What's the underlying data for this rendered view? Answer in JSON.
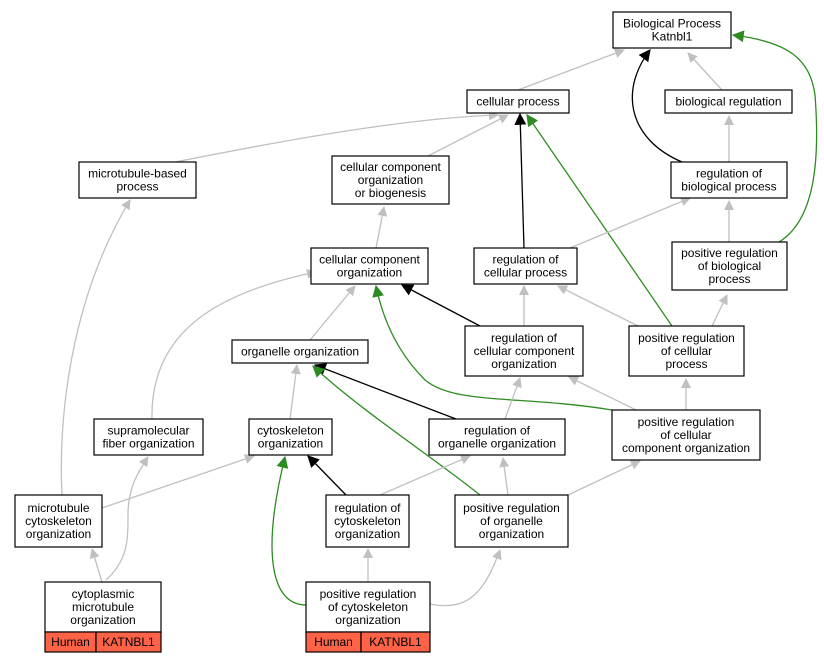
{
  "colors": {
    "edge_is_a": "#c0c0c0",
    "edge_regulates": "#000000",
    "edge_positively_regulates": "#2e8b22",
    "tag_fill": "#ff6347",
    "node_border": "#000000"
  },
  "nodes": {
    "bp": [
      "Biological Process",
      "Katnbl1"
    ],
    "cp": [
      "cellular process"
    ],
    "breg": [
      "biological regulation"
    ],
    "mtbp": [
      "microtubule-based",
      "process"
    ],
    "ccob": [
      "cellular component",
      "organization",
      "or biogenesis"
    ],
    "rbp": [
      "regulation of",
      "biological process"
    ],
    "ccorg": [
      "cellular component",
      "organization"
    ],
    "rcp": [
      "regulation of",
      "cellular process"
    ],
    "prbp": [
      "positive regulation",
      "of biological",
      "process"
    ],
    "oorg": [
      "organelle organization"
    ],
    "rcco": [
      "regulation of",
      "cellular component",
      "organization"
    ],
    "prcp": [
      "positive regulation",
      "of cellular",
      "process"
    ],
    "sfo": [
      "supramolecular",
      "fiber organization"
    ],
    "cso": [
      "cytoskeleton",
      "organization"
    ],
    "roo": [
      "regulation of",
      "organelle organization"
    ],
    "prcco": [
      "positive regulation",
      "of cellular",
      "component organization"
    ],
    "mtco": [
      "microtubule",
      "cytoskeleton",
      "organization"
    ],
    "rcso": [
      "regulation of",
      "cytoskeleton",
      "organization"
    ],
    "proo": [
      "positive regulation",
      "of organelle",
      "organization"
    ],
    "cmto": [
      "cytoplasmic",
      "microtubule",
      "organization"
    ],
    "prcso": [
      "positive regulation",
      "of cytoskeleton",
      "organization"
    ]
  },
  "annotations": {
    "cmto": {
      "species": "Human",
      "gene": "KATNBL1"
    },
    "prcso": {
      "species": "Human",
      "gene": "KATNBL1"
    }
  },
  "edges": [
    {
      "from": "cp",
      "to": "bp",
      "type": "is_a"
    },
    {
      "from": "breg",
      "to": "bp",
      "type": "is_a"
    },
    {
      "from": "rbp",
      "to": "bp",
      "type": "regulates"
    },
    {
      "from": "prbp",
      "to": "bp",
      "type": "positively_regulates"
    },
    {
      "from": "mtbp",
      "to": "cp",
      "type": "is_a"
    },
    {
      "from": "ccob",
      "to": "cp",
      "type": "is_a"
    },
    {
      "from": "rcp",
      "to": "cp",
      "type": "regulates"
    },
    {
      "from": "prcp",
      "to": "cp",
      "type": "positively_regulates"
    },
    {
      "from": "rbp",
      "to": "breg",
      "type": "is_a"
    },
    {
      "from": "ccorg",
      "to": "ccob",
      "type": "is_a"
    },
    {
      "from": "rcp",
      "to": "rbp",
      "type": "is_a"
    },
    {
      "from": "prbp",
      "to": "rbp",
      "type": "is_a"
    },
    {
      "from": "prcp",
      "to": "prbp",
      "type": "is_a"
    },
    {
      "from": "oorg",
      "to": "ccorg",
      "type": "is_a"
    },
    {
      "from": "sfo",
      "to": "ccorg",
      "type": "is_a"
    },
    {
      "from": "rcco",
      "to": "ccorg",
      "type": "regulates"
    },
    {
      "from": "prcco",
      "to": "ccorg",
      "type": "positively_regulates"
    },
    {
      "from": "rcco",
      "to": "rcp",
      "type": "is_a"
    },
    {
      "from": "prcp",
      "to": "rcp",
      "type": "is_a"
    },
    {
      "from": "cso",
      "to": "oorg",
      "type": "is_a"
    },
    {
      "from": "roo",
      "to": "oorg",
      "type": "regulates"
    },
    {
      "from": "proo",
      "to": "oorg",
      "type": "positively_regulates"
    },
    {
      "from": "roo",
      "to": "rcco",
      "type": "is_a"
    },
    {
      "from": "prcco",
      "to": "rcco",
      "type": "is_a"
    },
    {
      "from": "prcco",
      "to": "prcp",
      "type": "is_a"
    },
    {
      "from": "mtco",
      "to": "cso",
      "type": "is_a"
    },
    {
      "from": "rcso",
      "to": "cso",
      "type": "regulates"
    },
    {
      "from": "prcso",
      "to": "cso",
      "type": "positively_regulates"
    },
    {
      "from": "rcso",
      "to": "roo",
      "type": "is_a"
    },
    {
      "from": "proo",
      "to": "roo",
      "type": "is_a"
    },
    {
      "from": "proo",
      "to": "prcco",
      "type": "is_a"
    },
    {
      "from": "mtco",
      "to": "mtbp",
      "type": "is_a"
    },
    {
      "from": "cmto",
      "to": "mtco",
      "type": "is_a"
    },
    {
      "from": "cmto",
      "to": "sfo",
      "type": "is_a"
    },
    {
      "from": "prcso",
      "to": "rcso",
      "type": "is_a"
    },
    {
      "from": "prcso",
      "to": "proo",
      "type": "is_a"
    }
  ]
}
